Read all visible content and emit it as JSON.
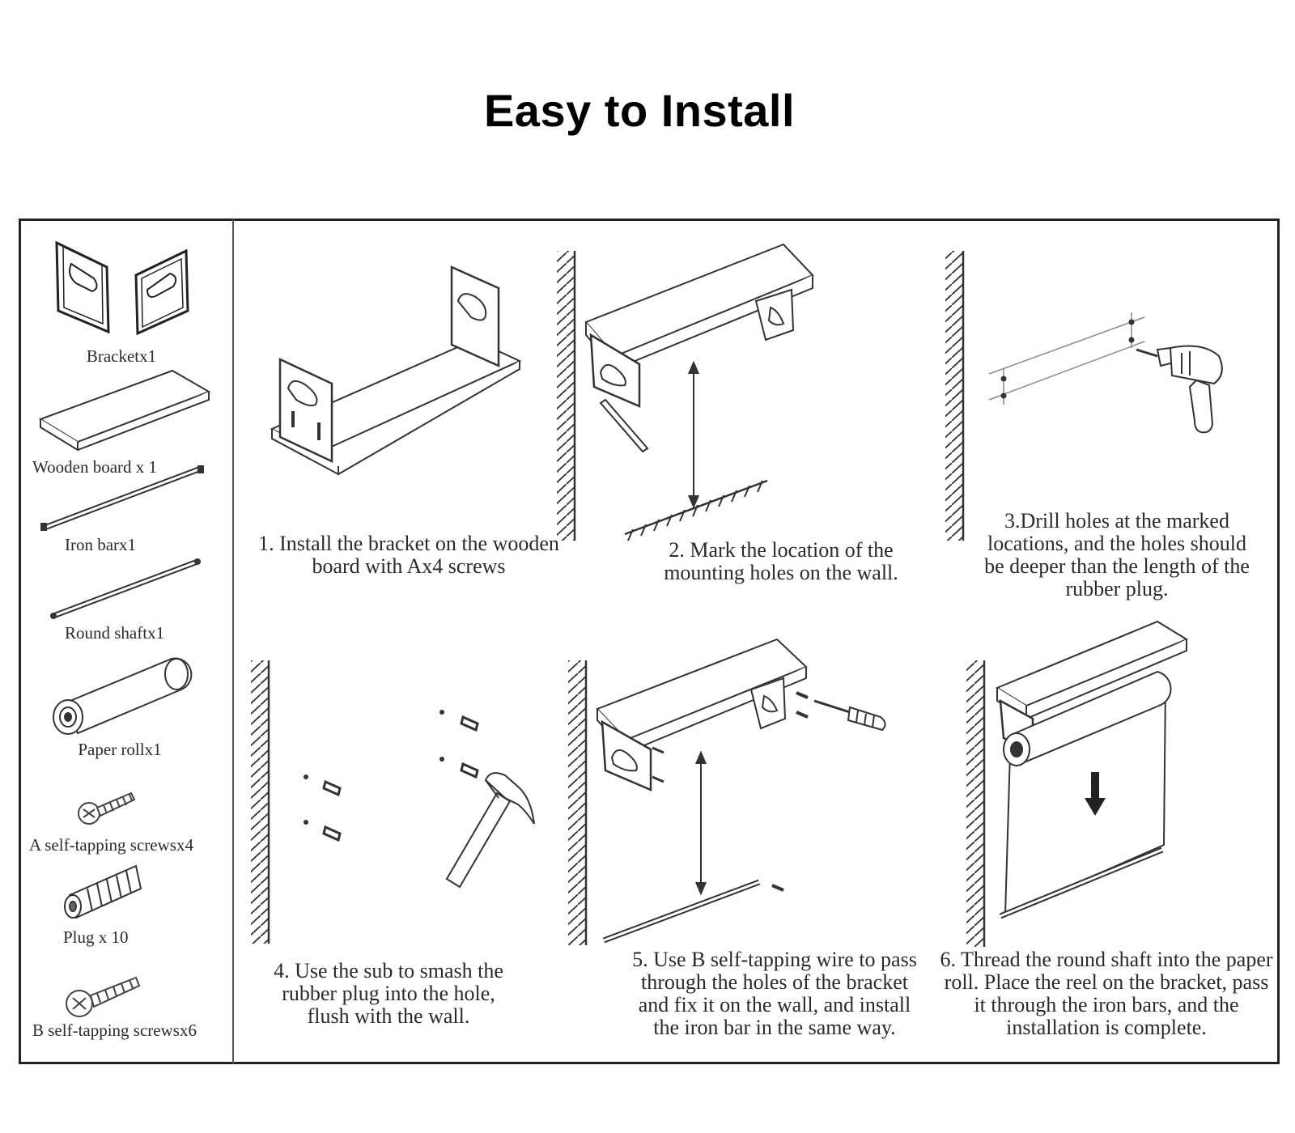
{
  "title": "Easy to Install",
  "parts": [
    {
      "label": "Bracketx1",
      "icon": "bracket-pair-icon"
    },
    {
      "label": "Wooden board x 1",
      "icon": "wooden-board-icon"
    },
    {
      "label": "Iron barx1",
      "icon": "iron-bar-icon"
    },
    {
      "label": "Round shaftx1",
      "icon": "round-shaft-icon"
    },
    {
      "label": "Paper rollx1",
      "icon": "paper-roll-icon"
    },
    {
      "label": "A self-tapping screwsx4",
      "icon": "screw-a-icon"
    },
    {
      "label": "Plug x 10",
      "icon": "plug-icon"
    },
    {
      "label": "B self-tapping screwsx6",
      "icon": "screw-b-icon"
    }
  ],
  "steps": [
    {
      "text": "1. Install the bracket on the wooden board with Ax4 screws"
    },
    {
      "text": "2. Mark the location of the mounting holes on the wall."
    },
    {
      "text": "3.Drill holes at the marked locations, and the holes should be deeper than the length of the rubber plug."
    },
    {
      "text": "4. Use the sub to smash the rubber plug into the hole, flush with the wall."
    },
    {
      "text": "5. Use B self-tapping wire to pass through the holes of the bracket and fix it on the wall, and install the iron bar in the same way."
    },
    {
      "text": "6. Thread the round shaft into the paper roll. Place the reel on the bracket, pass it through the iron bars, and the installation is complete."
    }
  ]
}
